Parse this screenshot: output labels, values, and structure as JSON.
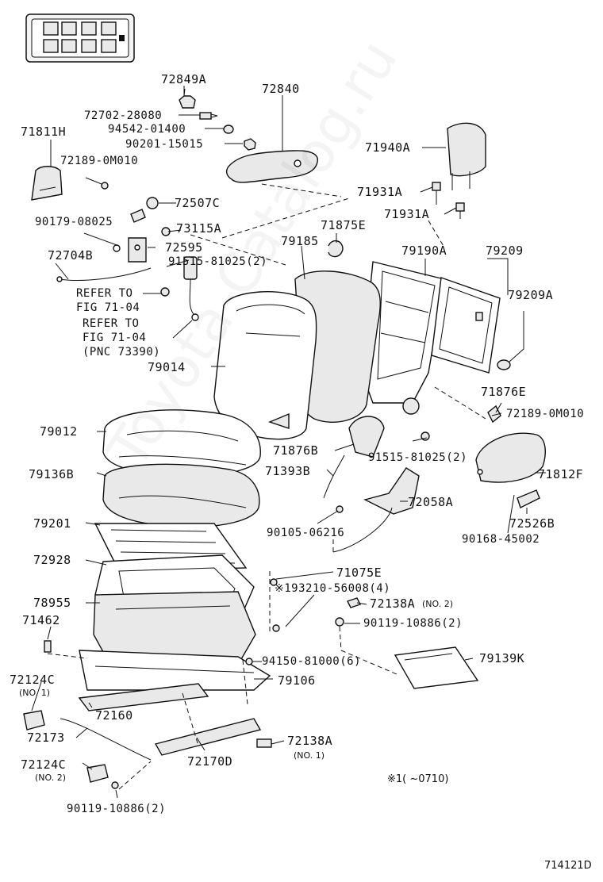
{
  "watermark": "Toyota-Catalog.ru",
  "footer": {
    "note": "※1(      ~0710)",
    "figure_id": "714121D"
  },
  "labels": {
    "p72849A": "72849A",
    "p72840": "72840",
    "p72702": "72702-28080",
    "p94542": "94542-01400",
    "p90201": "90201-15015",
    "p71811H": "71811H",
    "p72189a": "72189-0M010",
    "p71940A": "71940A",
    "p71931Aa": "71931A",
    "p71931Ab": "71931A",
    "p72507C": "72507C",
    "p90179": "90179-08025",
    "p73115A": "73115A",
    "p71875E": "71875E",
    "p72595": "72595",
    "p79185": "79185",
    "p72704B": "72704B",
    "p91515a": "91515-81025(2)",
    "p79190A": "79190A",
    "p79209": "79209",
    "p79209A": "79209A",
    "refer1a": "REFER TO",
    "refer1b": "FIG 71-04",
    "refer2a": "REFER TO",
    "refer2b": "FIG 71-04",
    "refer2c": "(PNC 73390)",
    "p79014": "79014",
    "p71876E": "71876E",
    "p72189b": "72189-0M010",
    "p79012": "79012",
    "p71876B": "71876B",
    "p91515b": "91515-81025(2)",
    "p79136B": "79136B",
    "p71393B": "71393B",
    "p71812F": "71812F",
    "p72058A": "72058A",
    "p79201": "79201",
    "p90105": "90105-06216",
    "p72526B": "72526B",
    "p90168": "90168-45002",
    "p72928": "72928",
    "p71075E": "71075E",
    "p193210": "※193210-56008(4)",
    "p78955": "78955",
    "p72138Aa": "72138A",
    "p72138Aa_note": "(NO. 2)",
    "p90119a": "90119-10886(2)",
    "p71462": "71462",
    "p94150": "94150-81000(6)",
    "p79139K": "79139K",
    "p72124Ca": "72124C",
    "p72124Ca_note": "(NO. 1)",
    "p79106": "79106",
    "p72160": "72160",
    "p72173": "72173",
    "p72138Ab": "72138A",
    "p72138Ab_note": "(NO. 1)",
    "p72124Cb": "72124C",
    "p72124Cb_note": "(NO. 2)",
    "p72170D": "72170D",
    "p90119b": "90119-10886(2)"
  }
}
